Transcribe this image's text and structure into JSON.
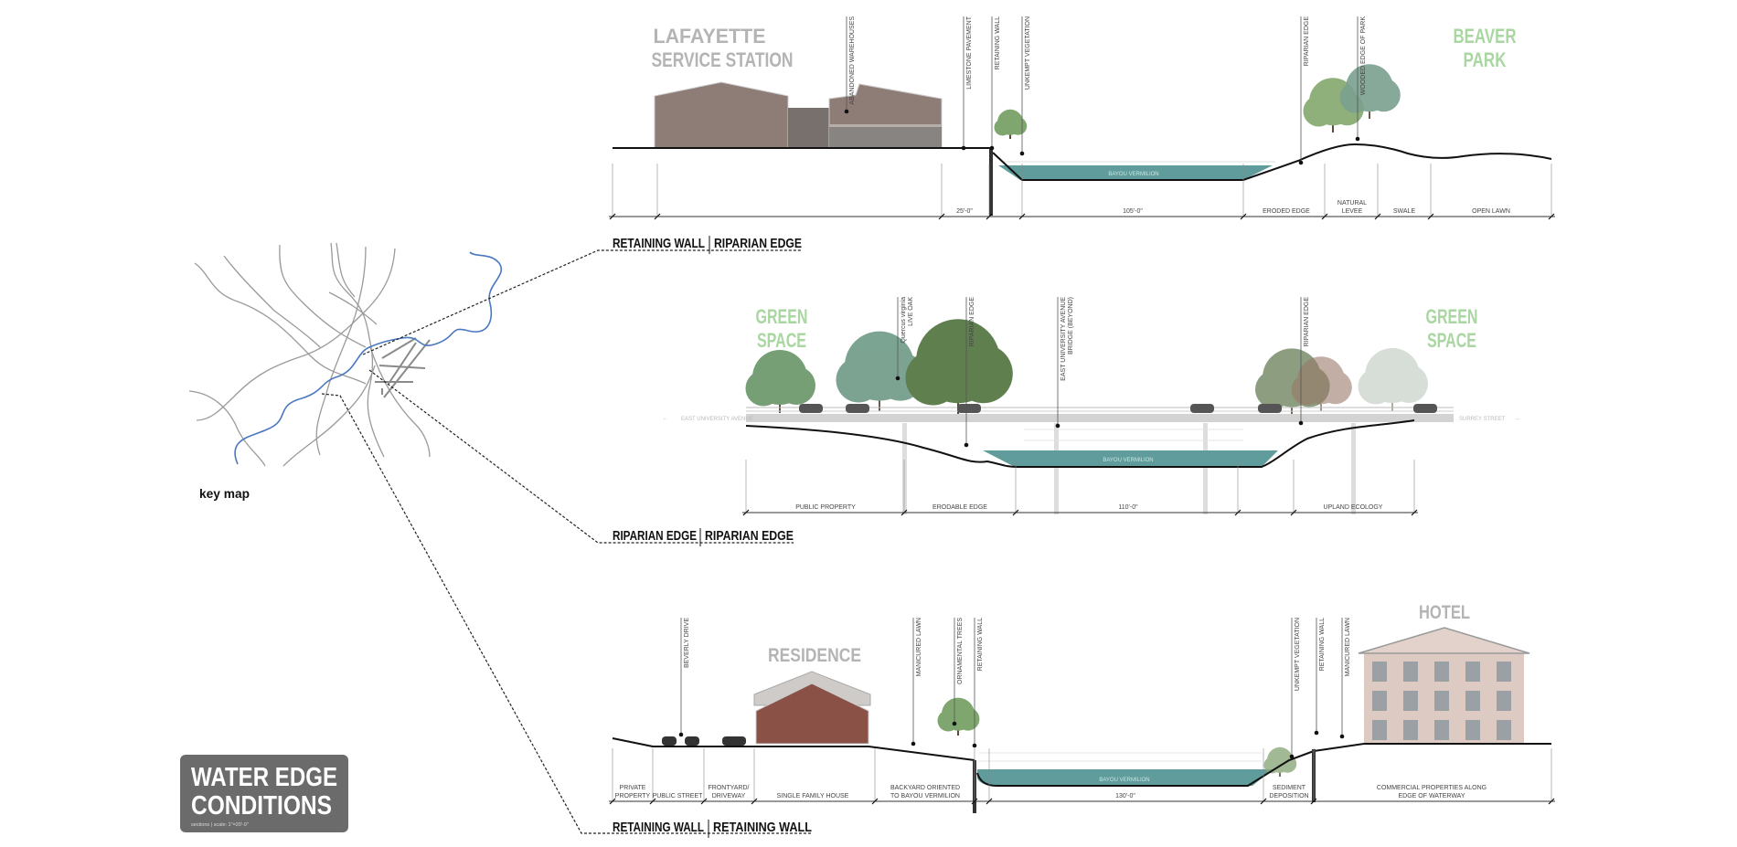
{
  "key_map": {
    "label": "key map"
  },
  "title_block": {
    "title_line1": "WATER EDGE",
    "title_line2": "CONDITIONS",
    "subtitle": "sections | scale: 1\"=20'-0\""
  },
  "sections": [
    {
      "label_left": "RETAINING WALL",
      "label_right": "RIPARIAN EDGE",
      "left_title": [
        "LAFAYETTE",
        "SERVICE STATION"
      ],
      "right_title": [
        "BEAVER",
        "PARK"
      ],
      "water_label": "BAYOU VERMILION",
      "callouts": [
        {
          "lines": [
            "ABANDONED WAREHOUSES"
          ]
        },
        {
          "lines": [
            "LIMESTONE PAVEMENT"
          ]
        },
        {
          "lines": [
            "RETAINING WALL"
          ]
        },
        {
          "lines": [
            "UNKEMPT VEGETATION"
          ]
        },
        {
          "lines": [
            "RIPARIAN EDGE"
          ]
        },
        {
          "lines": [
            "WOODED EDGE OF PARK"
          ]
        }
      ],
      "dimensions": [
        {
          "lines": [
            "25'-0\""
          ]
        },
        {
          "lines": [
            "105'-0\""
          ]
        },
        {
          "lines": [
            "ERODED EDGE"
          ]
        },
        {
          "lines": [
            "NATURAL",
            "LEVEE"
          ]
        },
        {
          "lines": [
            "SWALE"
          ]
        },
        {
          "lines": [
            "OPEN LAWN"
          ]
        }
      ]
    },
    {
      "label_left": "RIPARIAN EDGE",
      "label_right": "RIPARIAN EDGE",
      "left_title": [
        "GREEN",
        "SPACE"
      ],
      "right_title": [
        "GREEN",
        "SPACE"
      ],
      "water_label": "BAYOU VERMILION",
      "street_left": "EAST UNIVERSITY AVENUE",
      "street_right": "SURREY STREET",
      "callouts": [
        {
          "lines": [
            "Quercus virginia",
            "LIVE OAK"
          ]
        },
        {
          "lines": [
            "RIPARIAN EDGE"
          ]
        },
        {
          "lines": [
            "EAST UNIVERSITY AVENUE",
            "BRIDGE (BEYOND)"
          ]
        },
        {
          "lines": [
            "RIPARIAN EDGE"
          ]
        }
      ],
      "dimensions": [
        {
          "lines": [
            "PUBLIC PROPERTY"
          ]
        },
        {
          "lines": [
            "ERODABLE EDGE"
          ]
        },
        {
          "lines": [
            "110'-0\""
          ]
        },
        {
          "lines": [
            "UPLAND ECOLOGY"
          ]
        }
      ]
    },
    {
      "label_left": "RETAINING WALL",
      "label_right": "RETAINING WALL",
      "left_title": [
        "RESIDENCE"
      ],
      "right_title": [
        "HOTEL"
      ],
      "water_label": "BAYOU VERMILION",
      "callouts": [
        {
          "lines": [
            "BEVERLY DRIVE"
          ]
        },
        {
          "lines": [
            "MANICURED LAWN"
          ]
        },
        {
          "lines": [
            "ORNAMENTAL TREES"
          ]
        },
        {
          "lines": [
            "RETAINING WALL"
          ]
        },
        {
          "lines": [
            "UNKEMPT VEGETATION"
          ]
        },
        {
          "lines": [
            "RETAINING WALL"
          ]
        },
        {
          "lines": [
            "MANICURED LAWN"
          ]
        }
      ],
      "dimensions": [
        {
          "lines": [
            "PRIVATE",
            "PROPERTY"
          ]
        },
        {
          "lines": [
            "PUBLIC STREET"
          ]
        },
        {
          "lines": [
            "FRONTYARD/",
            "DRIVEWAY"
          ]
        },
        {
          "lines": [
            "SINGLE FAMILY HOUSE"
          ]
        },
        {
          "lines": [
            "BACKYARD ORIENTED",
            "TO BAYOU VERMILION"
          ]
        },
        {
          "lines": [
            "130'-0\""
          ]
        },
        {
          "lines": [
            "SEDIMENT",
            "DEPOSITION"
          ]
        },
        {
          "lines": [
            "COMMERCIAL PROPERTIES ALONG",
            "EDGE OF WATERWAY"
          ]
        }
      ]
    }
  ],
  "colors": {
    "water": "#5f9c9b",
    "title_gray": "#b4b4b4",
    "title_green": "#a9d6a1",
    "title_box": "#6b6b6b",
    "river": "#4a78c0"
  }
}
